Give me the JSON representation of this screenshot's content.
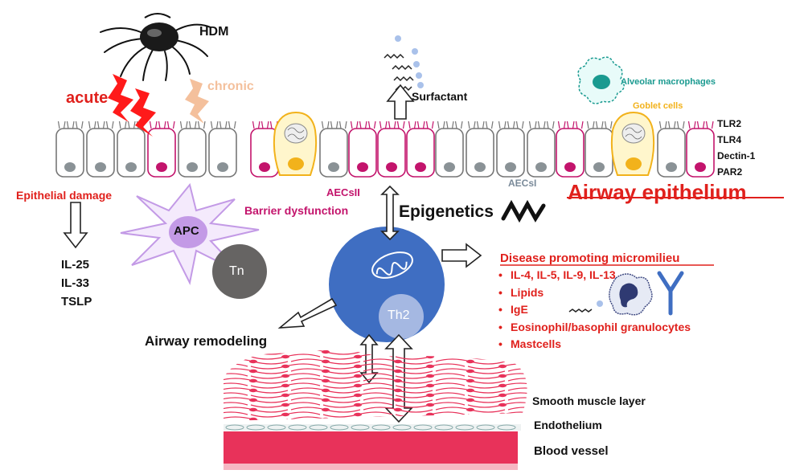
{
  "labels": {
    "hdm": "HDM",
    "acute": "acute",
    "chronic": "chronic",
    "surfactant": "Surfactant",
    "alveolar_macrophages": "Alveolar macrophages",
    "goblet_cells": "Goblet cells",
    "airway_epithelium": "Airway epithelium",
    "epithelial_damage": "Epithelial damage",
    "apc": "APC",
    "tn": "Tn",
    "aecs_ii": "AECsII",
    "barrier_dysfunction": "Barrier dysfunction",
    "epigenetics": "Epigenetics",
    "aecs_i": "AECsI",
    "th2": "Th2",
    "airway_remodeling": "Airway remodeling",
    "smooth_muscle": "Smooth muscle layer",
    "endothelium": "Endothelium",
    "blood_vessel": "Blood vessel",
    "disease_title": "Disease promoting micromilieu"
  },
  "receptors": [
    "TLR2",
    "TLR4",
    "Dectin-1",
    "PAR2"
  ],
  "cytokines": [
    "IL-25",
    "IL-33",
    "TSLP"
  ],
  "disease_items": [
    "IL-4, IL-5, IL-9, IL-13",
    "Lipids",
    "IgE",
    "Eosinophil/basophil granulocytes",
    "Mastcells"
  ],
  "colors": {
    "red": "#e0201c",
    "magenta": "#c3146c",
    "th2_blue": "#3f6ec2",
    "apc_purple": "#c39ae6",
    "goblet_yellow": "#f2b21b",
    "teal": "#1a9a90",
    "blood_vessel": "#e8325a"
  }
}
